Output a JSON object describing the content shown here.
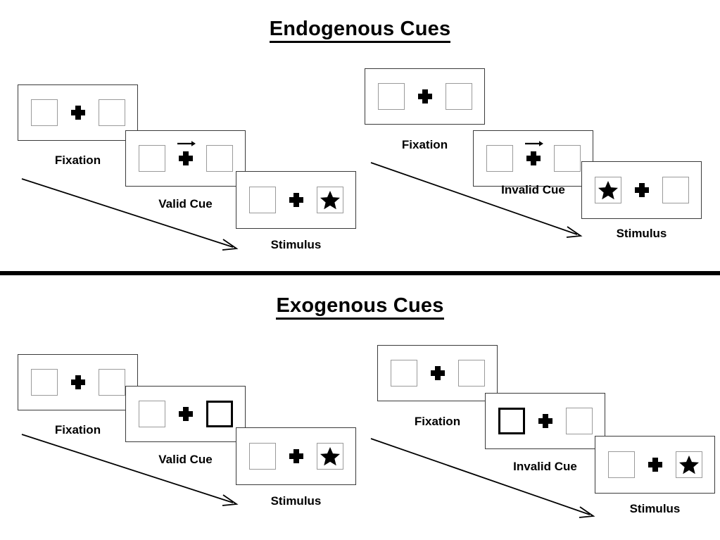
{
  "figure": {
    "divider_color": "#000000",
    "box_border_color": "#9a9a9a",
    "cued_box_border_color": "#000000",
    "panel_border_color": "#3a3a3a"
  },
  "sections": [
    {
      "title": "Endogenous Cues",
      "columns": [
        {
          "name": "valid",
          "panels": [
            {
              "caption": "Fixation",
              "left_box": "empty",
              "right_box": "empty",
              "cue": "none"
            },
            {
              "caption": "Valid Cue",
              "left_box": "empty",
              "right_box": "empty",
              "cue": "arrow-right"
            },
            {
              "caption": "Stimulus",
              "left_box": "empty",
              "right_box": "star",
              "cue": "none"
            }
          ]
        },
        {
          "name": "invalid",
          "panels": [
            {
              "caption": "Fixation",
              "left_box": "empty",
              "right_box": "empty",
              "cue": "none"
            },
            {
              "caption": "Invalid Cue",
              "left_box": "empty",
              "right_box": "empty",
              "cue": "arrow-right"
            },
            {
              "caption": "Stimulus",
              "left_box": "star",
              "right_box": "empty",
              "cue": "none"
            }
          ]
        }
      ]
    },
    {
      "title": "Exogenous Cues",
      "columns": [
        {
          "name": "valid",
          "panels": [
            {
              "caption": "Fixation",
              "left_box": "empty",
              "right_box": "empty",
              "cue": "none"
            },
            {
              "caption": "Valid Cue",
              "left_box": "empty",
              "right_box": "highlighted",
              "cue": "none"
            },
            {
              "caption": "Stimulus",
              "left_box": "empty",
              "right_box": "star",
              "cue": "none"
            }
          ]
        },
        {
          "name": "invalid",
          "panels": [
            {
              "caption": "Fixation",
              "left_box": "empty",
              "right_box": "empty",
              "cue": "none"
            },
            {
              "caption": "Invalid Cue",
              "left_box": "highlighted",
              "right_box": "empty",
              "cue": "none"
            },
            {
              "caption": "Stimulus",
              "left_box": "empty",
              "right_box": "star",
              "cue": "none"
            }
          ]
        }
      ]
    }
  ]
}
